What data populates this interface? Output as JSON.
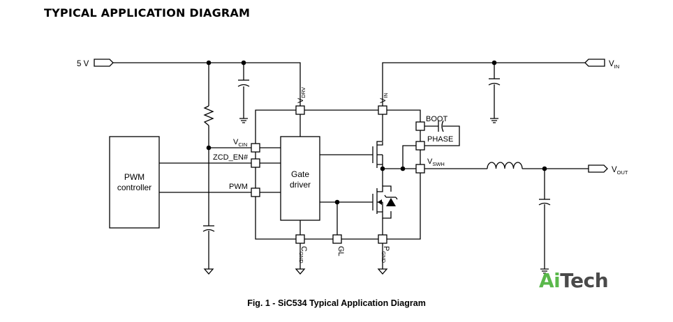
{
  "title": "TYPICAL APPLICATION DIAGRAM",
  "caption": "Fig. 1 - SiC534 Typical Application Diagram",
  "watermark": {
    "part1": "Ai",
    "part2": "Tech",
    "color_ai": "#5ab84b",
    "color_tech": "#4a4a4a"
  },
  "blocks": {
    "pwm_controller": [
      "PWM",
      "controller"
    ],
    "gate_driver": [
      "Gate",
      "driver"
    ]
  },
  "terminals": {
    "in_5v": "5 V",
    "vin": {
      "main": "V",
      "sub": "IN"
    },
    "vout": {
      "main": "V",
      "sub": "OUT"
    }
  },
  "pins": {
    "vdrv": {
      "main": "V",
      "sub": "DRV"
    },
    "vin_top": {
      "main": "V",
      "sub": "IN"
    },
    "vcin": {
      "main": "V",
      "sub": "CIN"
    },
    "zcd_en": "ZCD_EN#",
    "pwm": "PWM",
    "boot": "BOOT",
    "phase": "PHASE",
    "vswh": {
      "main": "V",
      "sub": "SWH"
    },
    "cgnd": {
      "main": "C",
      "sub": "GND"
    },
    "gl": "GL",
    "pgnd": {
      "main": "P",
      "sub": "GND"
    }
  },
  "colors": {
    "line": "#000000",
    "background": "#ffffff"
  }
}
